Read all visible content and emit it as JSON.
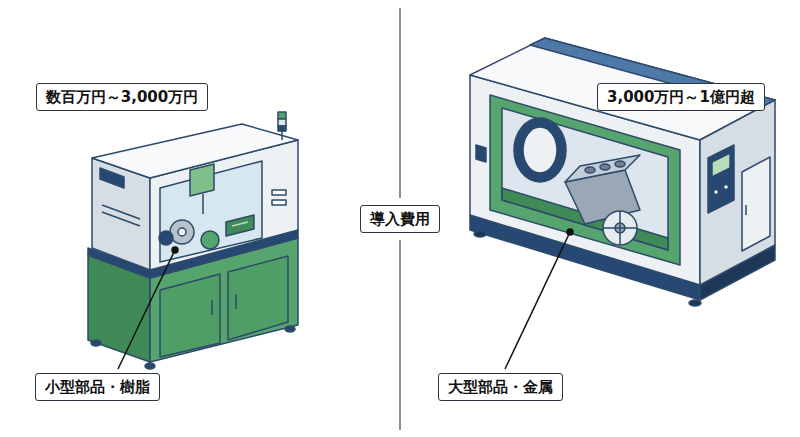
{
  "diagram": {
    "nodes": [
      {
        "text": [
          "数百万円～3,000万円"
        ]
      },
      {
        "text": [
          "3,000万円～1億円超"
        ]
      },
      {
        "text": [
          "導入費用"
        ]
      },
      {
        "text": [
          "小型部品・樹脂"
        ]
      },
      {
        "text": [
          "大型部品・金属"
        ]
      }
    ]
  }
}
